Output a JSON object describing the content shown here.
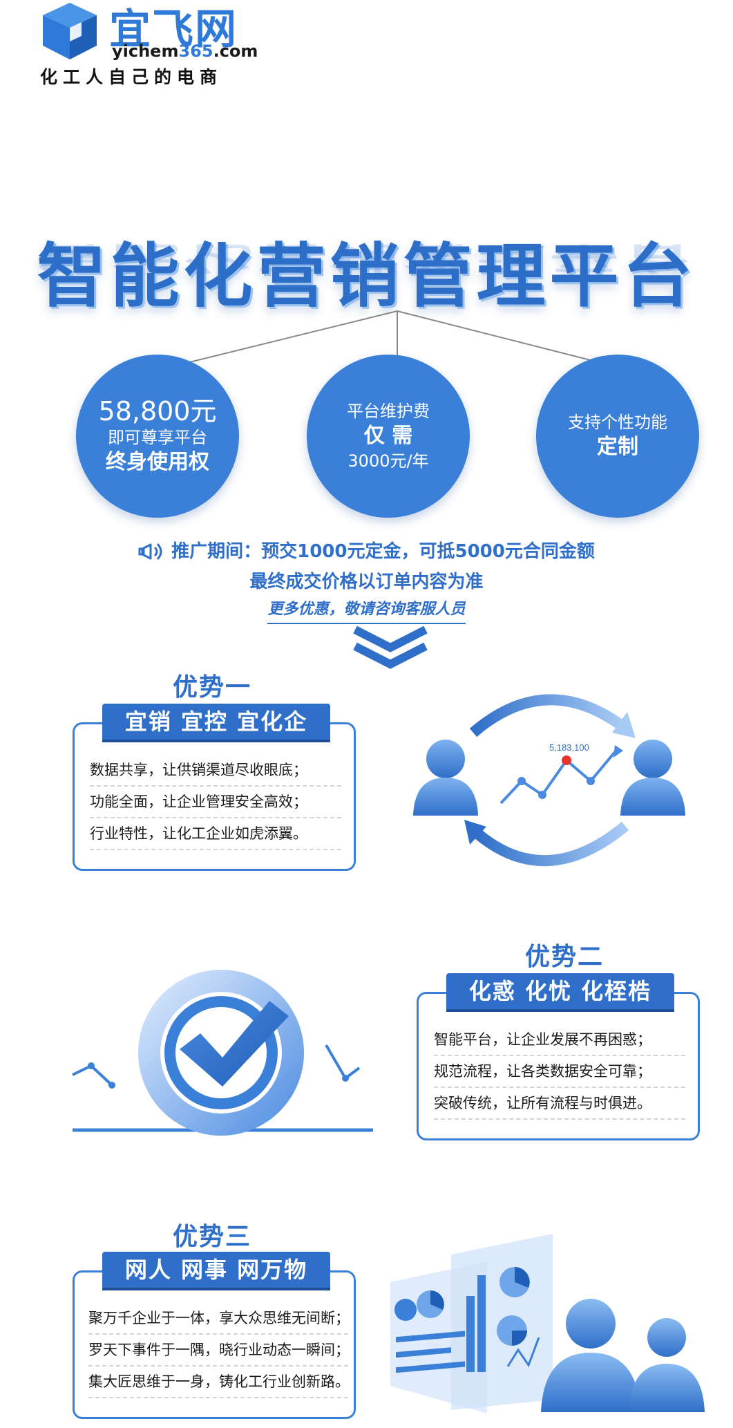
{
  "logo": {
    "brand_cn": "宜飞网",
    "domain_prefix": "yichem",
    "domain_num": "365",
    "domain_suffix": ".com",
    "slogan": "化工人自己的电商"
  },
  "title": "智能化营销管理平台",
  "circles": [
    {
      "line1": "58,800元",
      "line2": "即可尊享平台",
      "line3": "终身使用权"
    },
    {
      "line1": "平台维护费",
      "line2": "仅 需",
      "line3": "3000元/年"
    },
    {
      "line1": "支持个性功能",
      "line2": "定制"
    }
  ],
  "promo": {
    "line1": "推广期间：预交1000元定金，可抵5000元合同金额",
    "line2": "最终成交价格以订单内容为准",
    "more": "更多优惠，敬请咨询客服人员"
  },
  "advantages": [
    {
      "title": "优势一",
      "banner": "宜销 宜控 宜化企",
      "lines": [
        "数据共享，让供销渠道尽收眼底；",
        "功能全面，让企业管理安全高效；",
        "行业特性，让化工企业如虎添翼。"
      ]
    },
    {
      "title": "优势二",
      "banner": "化惑 化忧 化桎梏",
      "lines": [
        "智能平台，让企业发展不再困惑；",
        "规范流程，让各类数据安全可靠；",
        "突破传统，让所有流程与时俱进。"
      ]
    },
    {
      "title": "优势三",
      "banner": "网人 网事 网万物",
      "lines": [
        "聚万千企业于一体，享大众思维无间断；",
        "罗天下事件于一隅，晓行业动态一瞬间；",
        "集大匠思维于一身，铸化工行业创新路。"
      ]
    }
  ],
  "illustration1": {
    "value_label": "5,183,100"
  },
  "colors": {
    "primary": "#3a7fd8",
    "dark": "#2f6fc9",
    "light": "#9cc3f0"
  }
}
